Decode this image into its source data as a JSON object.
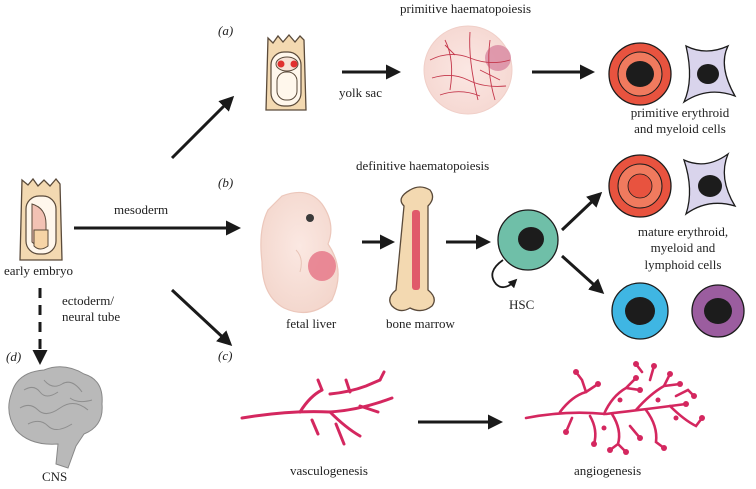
{
  "panels": {
    "a": "(a)",
    "b": "(b)",
    "c": "(c)",
    "d": "(d)"
  },
  "labels": {
    "primitive_title": "primitive haematopoiesis",
    "yolk_sac": "yolk sac",
    "primitive_cells_1": "primitive erythroid",
    "primitive_cells_2": "and myeloid cells",
    "definitive_title": "definitive haematopoiesis",
    "mesoderm": "mesoderm",
    "early_embryo": "early embryo",
    "fetal_liver": "fetal liver",
    "bone_marrow": "bone marrow",
    "hsc": "HSC",
    "mature_1": "mature erythroid,",
    "mature_2": "myeloid and",
    "mature_3": "lymphoid cells",
    "ectoderm_1": "ectoderm/",
    "ectoderm_2": "neural tube",
    "cns": "CNS",
    "vasculogenesis": "vasculogenesis",
    "angiogenesis": "angiogenesis"
  },
  "colors": {
    "erythroid": "#e8533f",
    "erythroid_core": "#f07a5e",
    "myeloid": "#d9d4ec",
    "hsc": "#6fbfa8",
    "lymphoid_blue": "#3fb6e3",
    "lymphoid_purple": "#9b5d9f",
    "nucleus": "#1c1c1c",
    "vessel": "#d4275f",
    "brain": "#b9b9b9"
  }
}
